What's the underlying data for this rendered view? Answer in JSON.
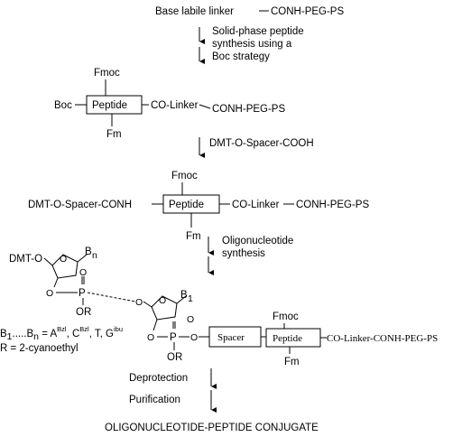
{
  "scheme": {
    "start": "Base labile linker",
    "conh_peg_ps": "CONH-PEG-PS",
    "step1_line1": "Solid-phase peptide",
    "step1_line2": "synthesis using  a",
    "step1_line3": "Boc strategy",
    "fmoc": "Fmoc",
    "fm": "Fm",
    "boc": "Boc",
    "peptide": "Peptide",
    "co_linker": "CO-Linker",
    "reagent2": "DMT-O-Spacer-COOH",
    "dmt_spacer_conh": "DMT-O-Spacer-CONH",
    "step3_line1": "Oligonucleotide",
    "step3_line2": "synthesis",
    "dmt_o": "DMT-O",
    "b_letter": "B",
    "sub_n": "n",
    "sub_1": "1",
    "o_letter": "O",
    "p_letter": "P",
    "or": "OR",
    "spacer": "Spacer",
    "tail": "CO-Linker-CONH-PEG-PS",
    "bases_b1": "B",
    "bases_sub1": "1",
    "bases_dots": ".....B",
    "bases_subn": "n",
    "bases_eq": " = A",
    "sup_bzl": "Bzl",
    "bases_c": ", C",
    "bases_t": ", T, G",
    "sup_ibu": "ibu",
    "r_def": "R = 2-cyanoethyl",
    "deprotection": "Deprotection",
    "purification": "Purification",
    "product": "OLIGONUCLEOTIDE-PEPTIDE CONJUGATE"
  }
}
